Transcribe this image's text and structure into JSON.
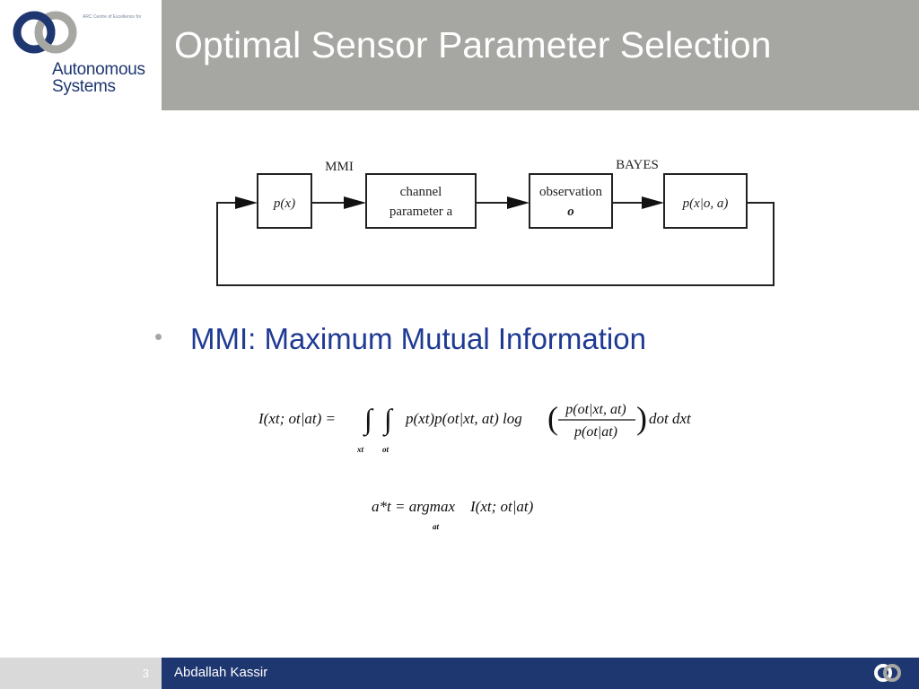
{
  "slide": {
    "title": "Optimal Sensor Parameter Selection",
    "page_number": "3",
    "author": "Abdallah Kassir"
  },
  "logo": {
    "small_text": "ARC Centre of Excellence for",
    "word1": "Autonomous",
    "word2": "Systems",
    "colors": {
      "navy": "#1f3770",
      "gray": "#a6a6a3"
    }
  },
  "diagram": {
    "label_mmi": "MMI",
    "label_bayes": "BAYES",
    "box1": "p(x)",
    "box2_line1": "channel",
    "box2_line2": "parameter a",
    "box3_line1": "observation",
    "box3_line2": "o",
    "box4": "p(x|o, a)"
  },
  "bullet": {
    "text": "MMI: Maximum Mutual Information"
  },
  "equations": {
    "eq1_lhs": "I(xt; ot|at) =",
    "eq1_integrand": "p(xt)p(ot|xt, at) log",
    "eq1_numerator": "p(ot|xt, at)",
    "eq1_denominator": "p(ot|at)",
    "eq1_tail": "dot dxt",
    "eq1_sub1": "xt",
    "eq1_sub2": "ot",
    "eq2_lhs": "a*t = argmax",
    "eq2_sub": "at",
    "eq2_rhs": "I(xt; ot|at)"
  }
}
